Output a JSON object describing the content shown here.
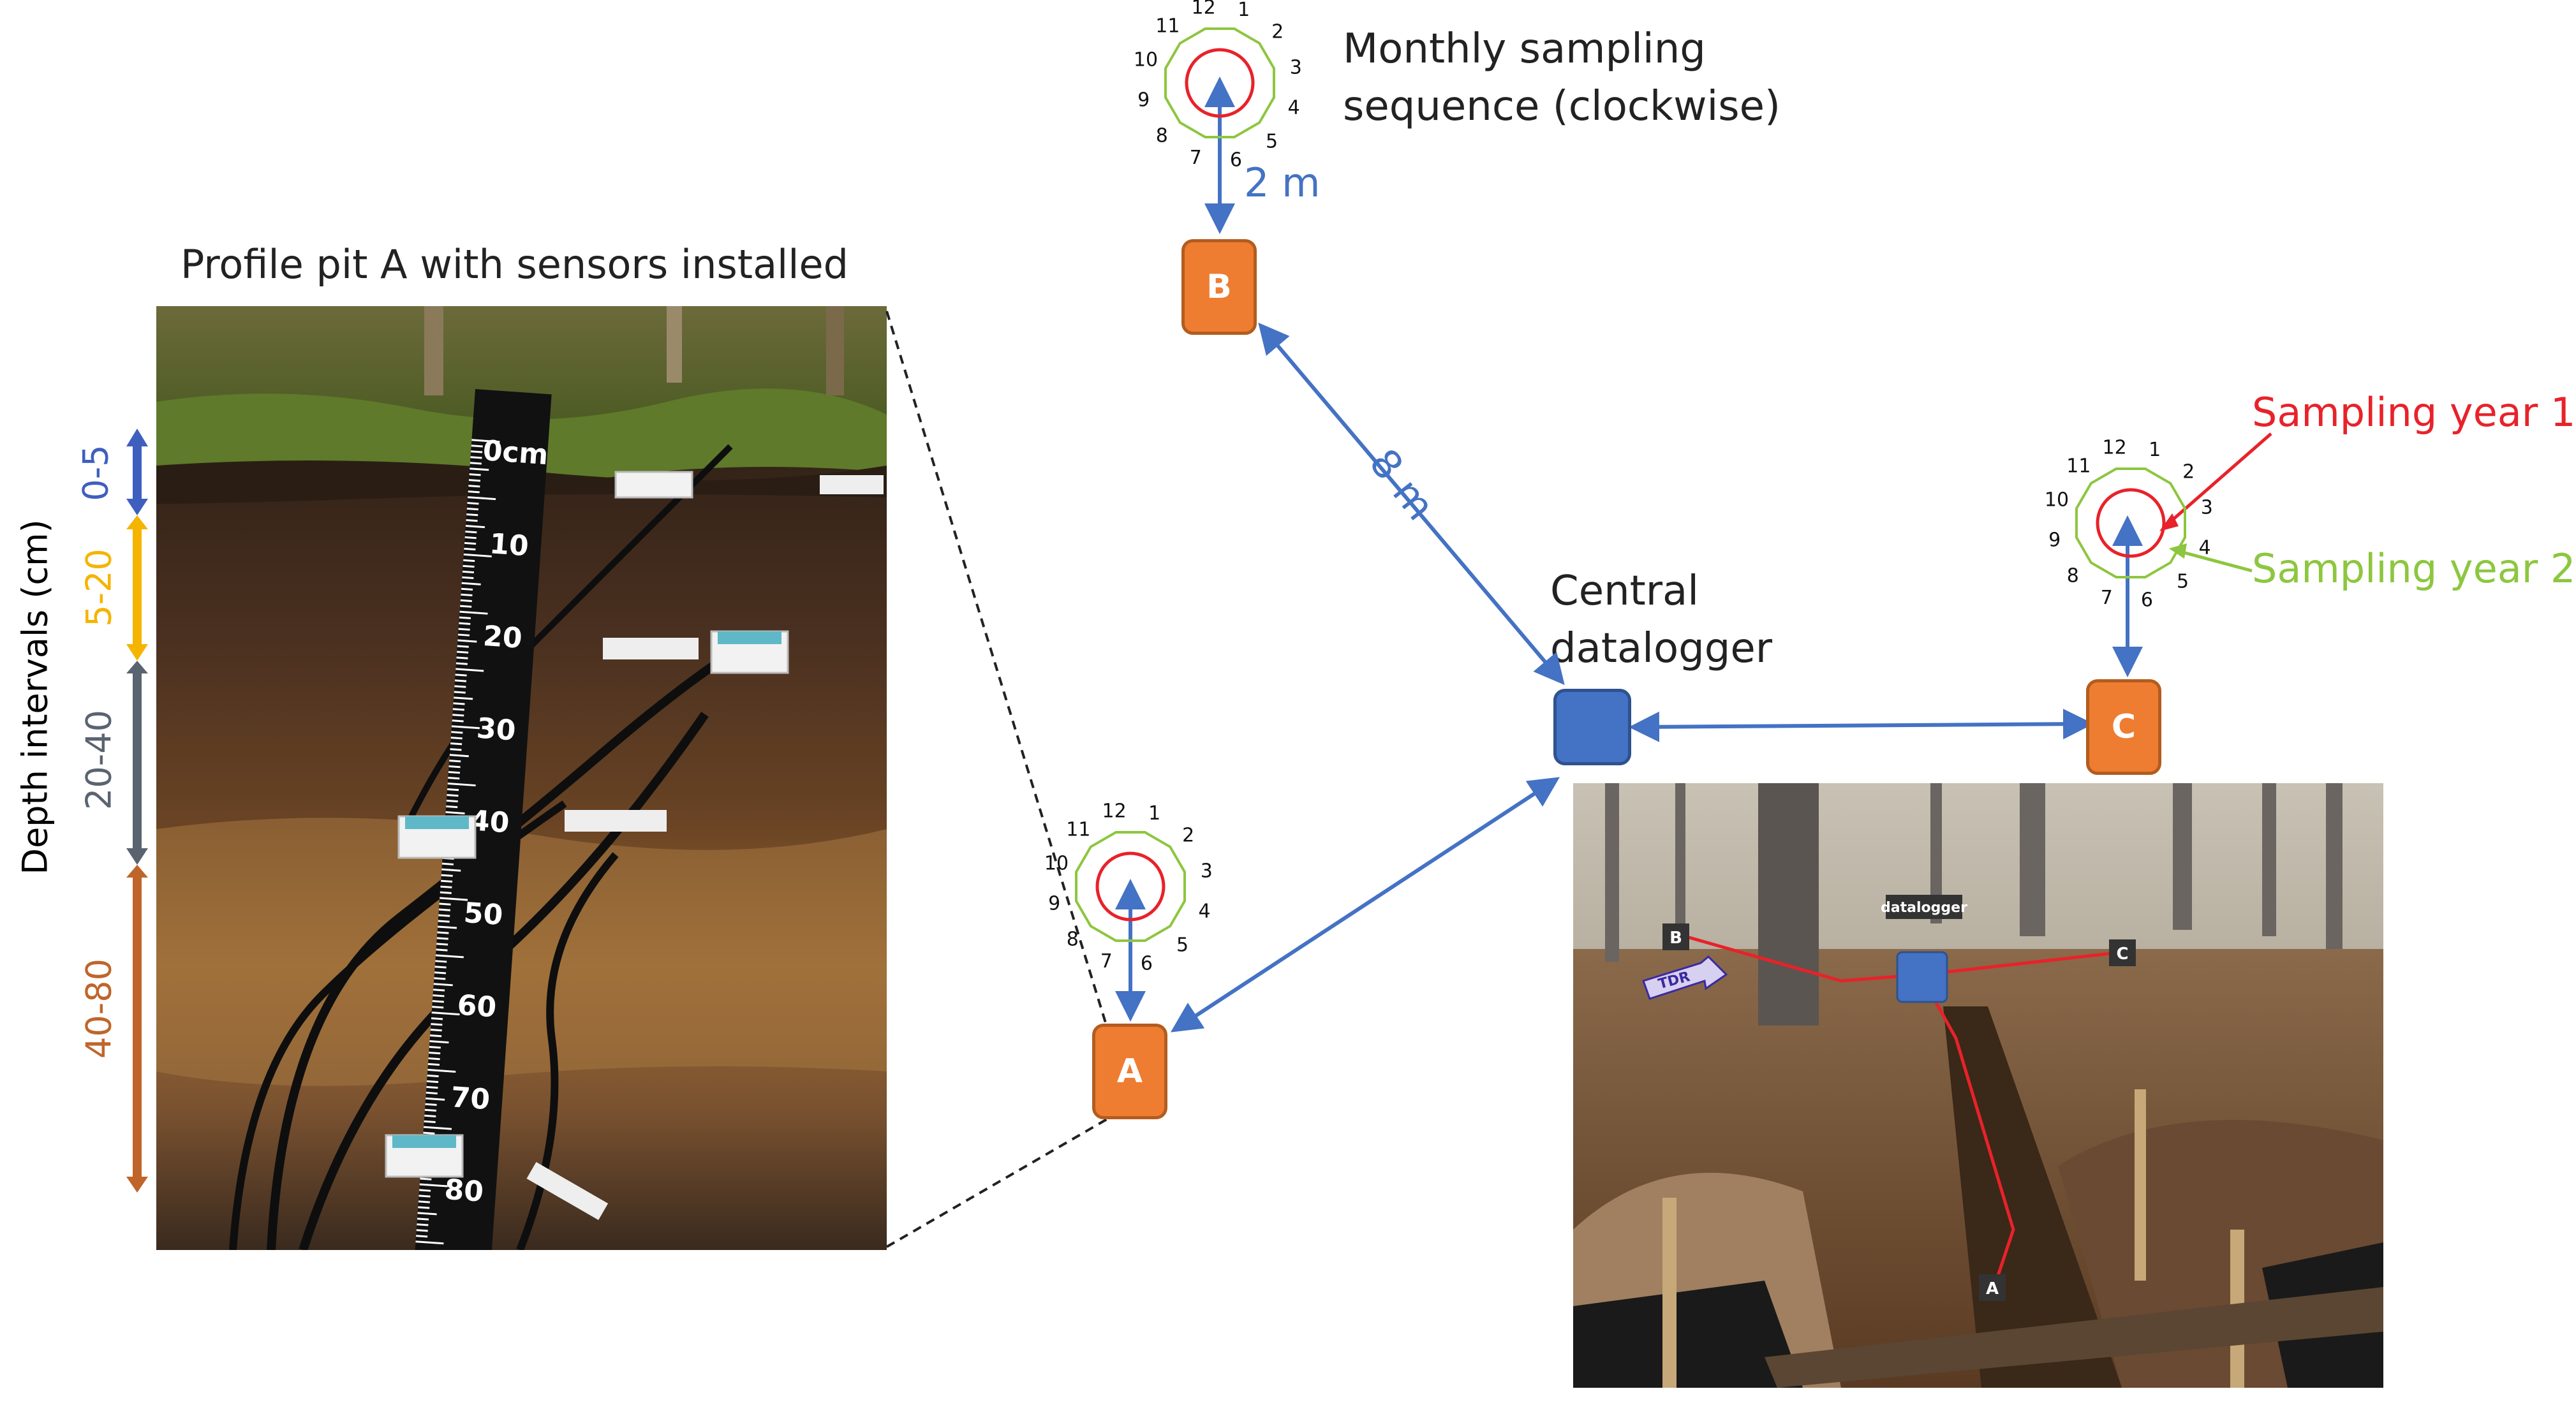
{
  "diagram": {
    "profile_title": "Profile pit A with sensors installed",
    "depth_axis_label": "Depth intervals (cm)",
    "depth_intervals": [
      {
        "label": "0-5",
        "color": "#3f5fbf"
      },
      {
        "label": "5-20",
        "color": "#f5b400"
      },
      {
        "label": "20-40",
        "color": "#5a6470"
      },
      {
        "label": "40-80",
        "color": "#c0652a"
      }
    ],
    "sequence_title_line1": "Monthly sampling",
    "sequence_title_line2": "sequence (clockwise)",
    "dist_small": "2 m",
    "dist_large": "8 m",
    "datalogger_line1": "Central",
    "datalogger_line2": "datalogger",
    "sampling_year_1": "Sampling year 1",
    "sampling_year_2": "Sampling year 2",
    "sampling_year_1_color": "#e8222a",
    "sampling_year_2_color": "#8dc63f",
    "pits": {
      "A": "A",
      "B": "B",
      "C": "C"
    },
    "clock_numbers": [
      "1",
      "2",
      "3",
      "4",
      "5",
      "6",
      "7",
      "8",
      "9",
      "10",
      "11",
      "12"
    ],
    "ruler_marks": [
      "0cm",
      "10",
      "20",
      "30",
      "40",
      "50",
      "60",
      "70",
      "80"
    ],
    "photo_labels": {
      "a": "A",
      "b": "B",
      "c": "C",
      "datalogger": "datalogger",
      "tdr": "TDR"
    }
  },
  "colors": {
    "orange": "#ee7d31",
    "blue": "#4472c4",
    "arrow": "#4472c4",
    "red": "#e8222a",
    "green": "#8dc63f"
  }
}
